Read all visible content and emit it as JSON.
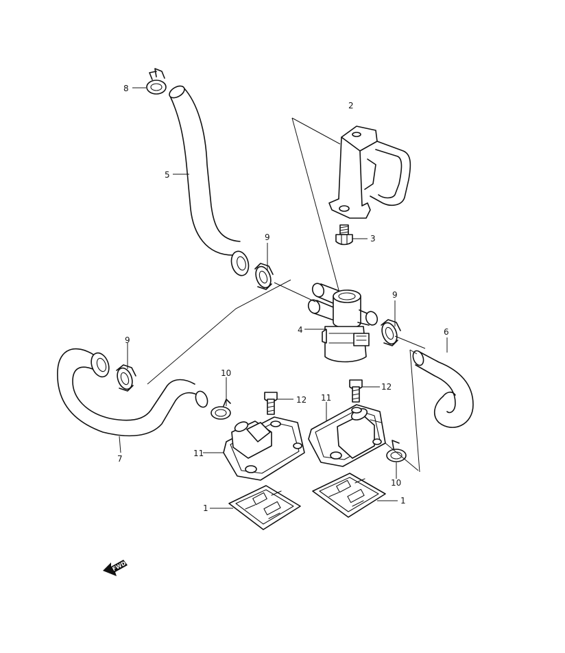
{
  "callouts": {
    "c1a": "1",
    "c1b": "1",
    "c2": "2",
    "c3": "3",
    "c4": "4",
    "c5": "5",
    "c6": "6",
    "c7": "7",
    "c8": "8",
    "c9a": "9",
    "c9b": "9",
    "c9c": "9",
    "c10a": "10",
    "c10b": "10",
    "c11a": "11",
    "c11b": "11",
    "c12a": "12",
    "c12b": "12"
  },
  "forward_indicator": {
    "label": "FWD",
    "icon": "forward-arrow-icon"
  }
}
